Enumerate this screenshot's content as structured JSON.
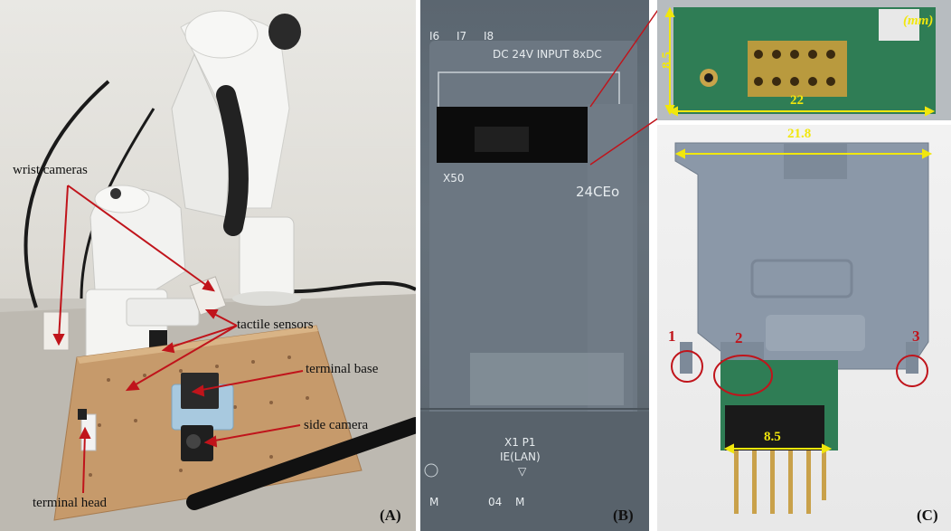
{
  "panel_a": {
    "id_label": "(A)",
    "labels": {
      "wrist_cameras": "wrist cameras",
      "tactile_sensors": "tactile sensors",
      "terminal_base": "terminal base",
      "side_camera": "side camera",
      "terminal_head": "terminal head"
    }
  },
  "panel_b": {
    "id_label": "(B)",
    "inputs": [
      "I6",
      "I7",
      "I8"
    ],
    "supply_label": "DC 24V  INPUT 8xDC",
    "port_label": "X50",
    "model_label": "24CEo",
    "lan_line1": "X1 P1",
    "lan_line2": "IE(LAN)",
    "lan_symbol": "▽",
    "terminals": [
      "M",
      "04",
      "M"
    ]
  },
  "panel_c": {
    "id_label": "(C)",
    "unit": "(mm)",
    "dim_height": "8.5",
    "dim_width_inner": "22",
    "dim_width_outer": "21.8",
    "dim_pin_span": "8.5",
    "markers": [
      "1",
      "2",
      "3"
    ],
    "colors": {
      "annotation_red": "#c0141b",
      "dimension_yellow": "#f1e70c"
    }
  }
}
